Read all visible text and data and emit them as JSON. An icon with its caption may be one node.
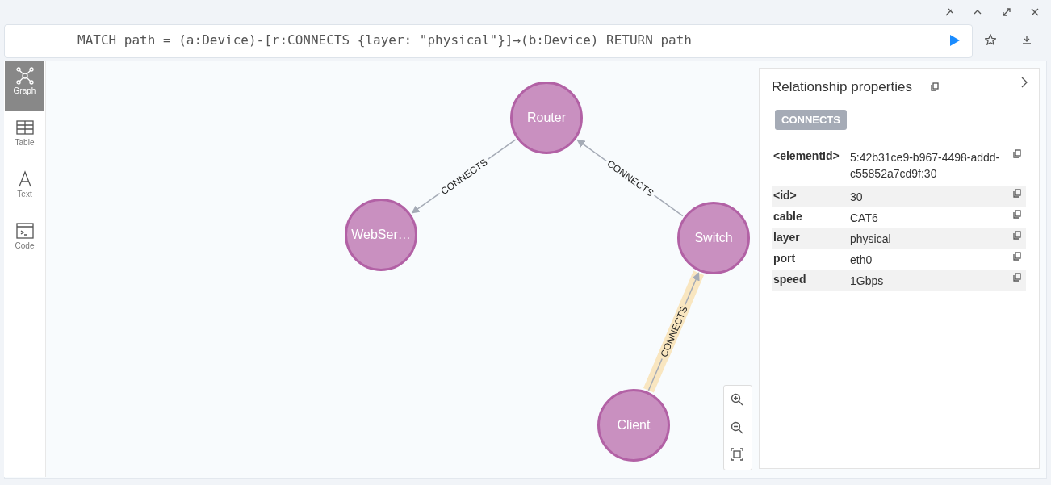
{
  "diagram": {
    "nodes": [
      {
        "text": [
          "Router"
        ]
      },
      {
        "text": [
          "WebSer…"
        ]
      },
      {
        "text": [
          "Switch"
        ]
      },
      {
        "text": [
          "Client"
        ]
      }
    ],
    "edges": [
      {
        "from": 0,
        "to": 1,
        "arrow": "to",
        "label": "CONNECTS"
      },
      {
        "from": 2,
        "to": 0,
        "arrow": "to",
        "label": "CONNECTS"
      },
      {
        "from": 3,
        "to": 2,
        "arrow": "to",
        "label": "CONNECTS",
        "style": "thick"
      }
    ],
    "labels": [
      "MATCH path = (a:Device)-[r:CONNECTS {layer: \"physical\"}]→(b:Device) RETURN path",
      "Graph",
      "Table",
      "Text",
      "Code",
      "Relationship properties",
      "CONNECTS",
      "<elementId>",
      "5:42b31ce9-b967-4498-addd-c55852a7cd9f:30",
      "<id>",
      "30",
      "cable",
      "CAT6",
      "layer",
      "physical",
      "port",
      "eth0",
      "speed",
      "1Gbps"
    ]
  }
}
